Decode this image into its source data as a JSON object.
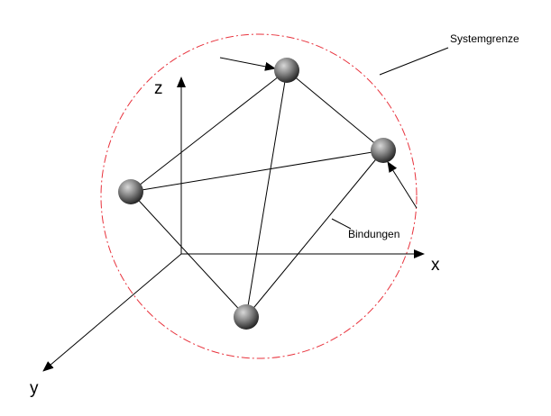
{
  "labels": {
    "system_boundary": "Systemgrenze",
    "bonds": "Bindungen",
    "axis_x": "x",
    "axis_y": "y",
    "axis_z": "z"
  },
  "colors": {
    "boundary": "#e8323c",
    "lines": "#000000",
    "sphere_light": "#d0d0d0",
    "sphere_dark": "#2a2a2a"
  }
}
